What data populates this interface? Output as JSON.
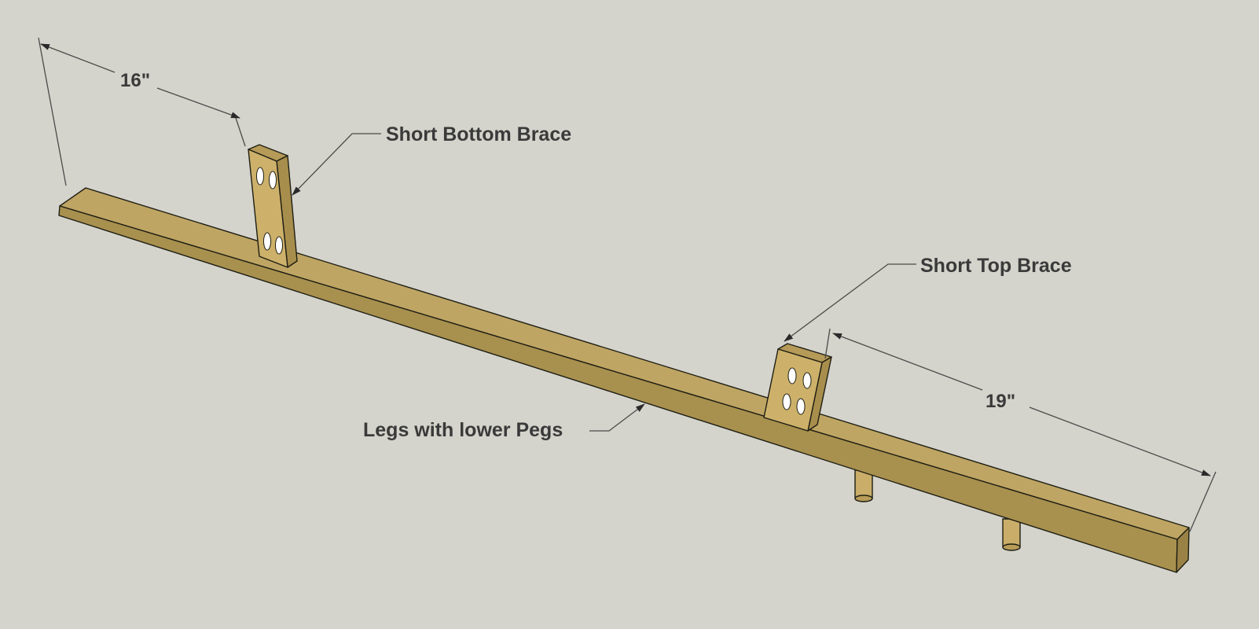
{
  "diagram": {
    "dimensions": [
      {
        "id": "dim-left",
        "text": "16\""
      },
      {
        "id": "dim-right",
        "text": "19\""
      }
    ],
    "callouts": [
      {
        "id": "short-bottom-brace",
        "text": "Short Bottom Brace"
      },
      {
        "id": "short-top-brace",
        "text": "Short Top Brace"
      },
      {
        "id": "legs-with-lower-pegs",
        "text": "Legs with lower Pegs"
      }
    ]
  },
  "colors": {
    "background": "#d4d4cc",
    "wood_top": "#bfa563",
    "wood_side": "#a8904e",
    "wood_face": "#cdb16a",
    "edge": "#1e1e14",
    "text": "#3a3a3a"
  }
}
